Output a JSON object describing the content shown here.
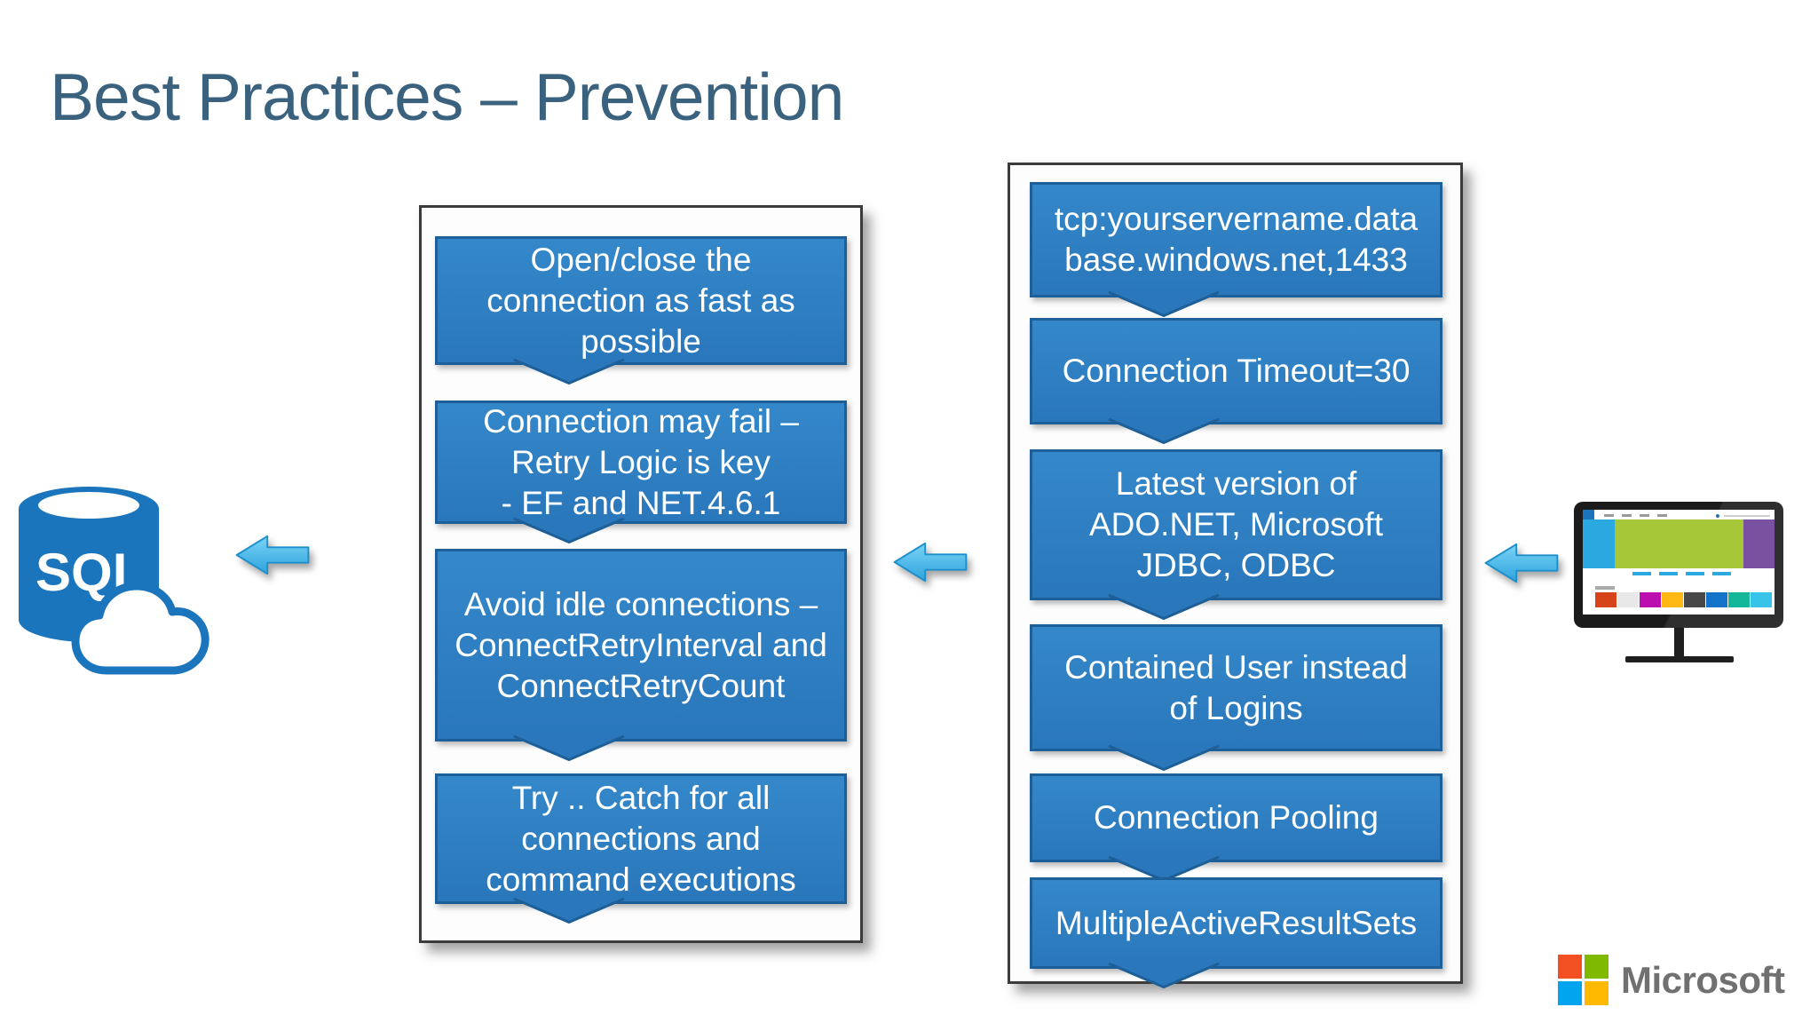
{
  "title": "Best Practices – Prevention",
  "sql_icon": {
    "label": "SQL"
  },
  "middle_panel": {
    "items": [
      "Open/close the\nconnection as fast as\npossible",
      "Connection may fail –\nRetry Logic is key\n- EF and NET.4.6.1",
      "Avoid idle connections –\nConnectRetryInterval and\nConnectRetryCount",
      "Try .. Catch for all\nconnections and\ncommand executions"
    ]
  },
  "right_panel": {
    "items": [
      "tcp:yourservername.data\nbase.windows.net,1433",
      "Connection Timeout=30",
      "Latest version of\nADO.NET, Microsoft\nJDBC, ODBC",
      "Contained User instead\nof Logins",
      "Connection Pooling",
      "MultipleActiveResultSets"
    ]
  },
  "branding": {
    "microsoft": "Microsoft"
  },
  "colors": {
    "title": "#3A627E",
    "box_fill_light": "#3488CA",
    "box_fill_dark": "#2A77BB",
    "box_border": "#1D5F99",
    "container_border": "#3B3B3B",
    "arrow_fill": "#45BCEC",
    "arrow_border": "#1E8FCA",
    "sql_blue": "#1B75BC",
    "ms_red": "#F25022",
    "ms_green": "#7FBA00",
    "ms_blue": "#00A4EF",
    "ms_yellow": "#FFB900",
    "ms_text": "#707070"
  }
}
